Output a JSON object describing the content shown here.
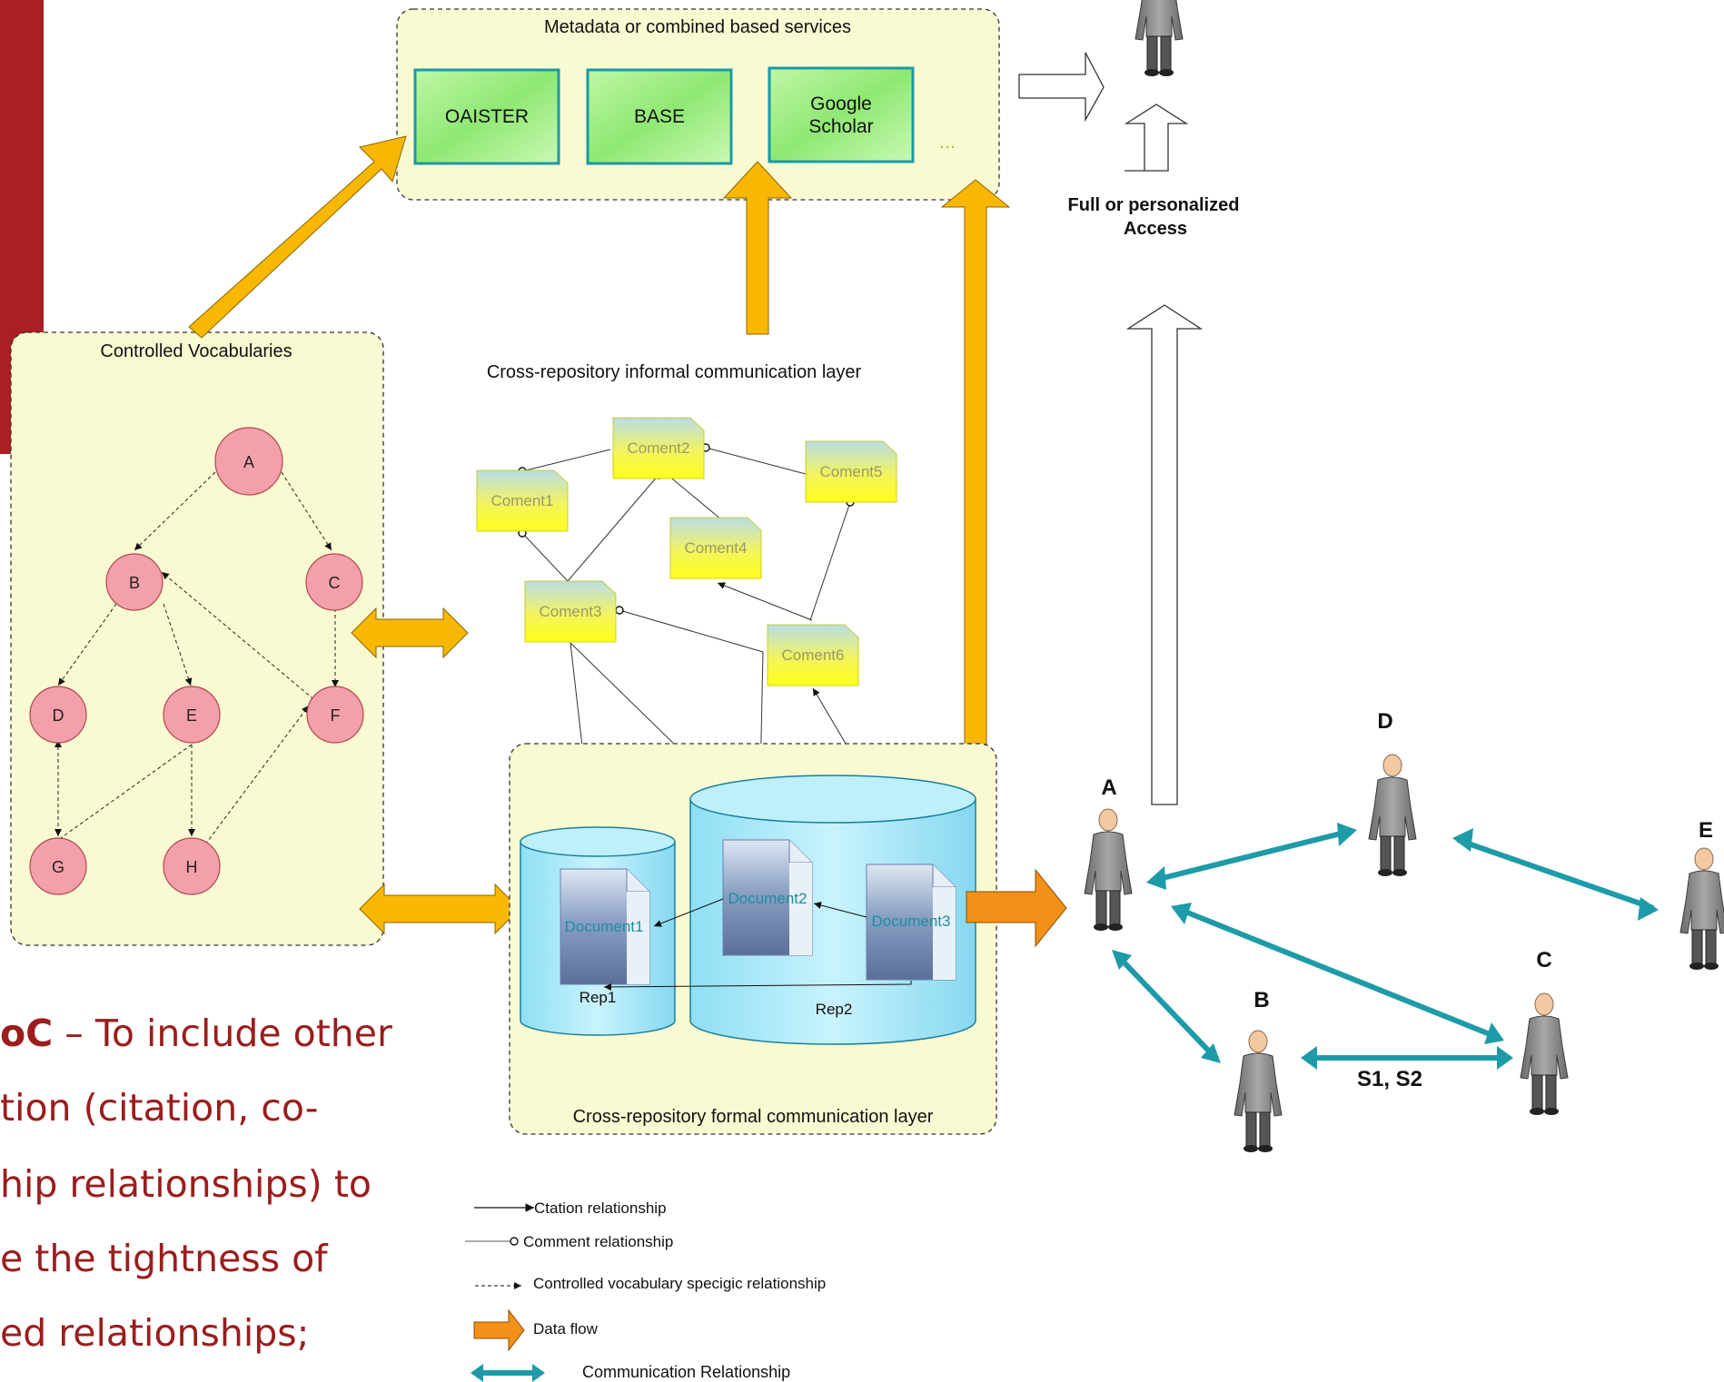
{
  "services": {
    "title": "Metadata or combined based services",
    "items": [
      "OAISTER",
      "BASE",
      "Google Scholar"
    ],
    "more": "..."
  },
  "access_label": "Full or personalized Access",
  "vocab": {
    "title": "Controlled Vocabularies",
    "nodes": [
      "A",
      "B",
      "C",
      "D",
      "E",
      "F",
      "G",
      "H"
    ]
  },
  "informal_layer": {
    "title": "Cross-repository informal communication layer",
    "comments": [
      "Coment1",
      "Coment2",
      "Coment3",
      "Coment4",
      "Coment5",
      "Coment6"
    ]
  },
  "formal_layer": {
    "title": "Cross-repository formal communication layer",
    "repos": [
      "Rep1",
      "Rep2"
    ],
    "documents": [
      "Document1",
      "Document2",
      "Document3"
    ]
  },
  "users": [
    "A",
    "B",
    "C",
    "D",
    "E"
  ],
  "session_label": "S1, S2",
  "legend": [
    "Ctation relationship",
    "Comment relationship",
    "Controlled vocabulary specigic relationship",
    "Data flow",
    "Communication Relationship"
  ],
  "slide_text": {
    "line1_bold": "oC",
    "line1_rest": " – To include other",
    "line2": "tion (citation, co-",
    "line3": "hip relationships) to",
    "line4": "e the tightness of",
    "line5": "ed relationships;"
  },
  "colors": {
    "slide_red": "#a91f24",
    "panel_fill": "#fafad2",
    "node_fill": "#f4a0aa",
    "flow_orange": "#f9b800",
    "data_flow": "#f39018",
    "comm_teal": "#1e9ba8"
  }
}
